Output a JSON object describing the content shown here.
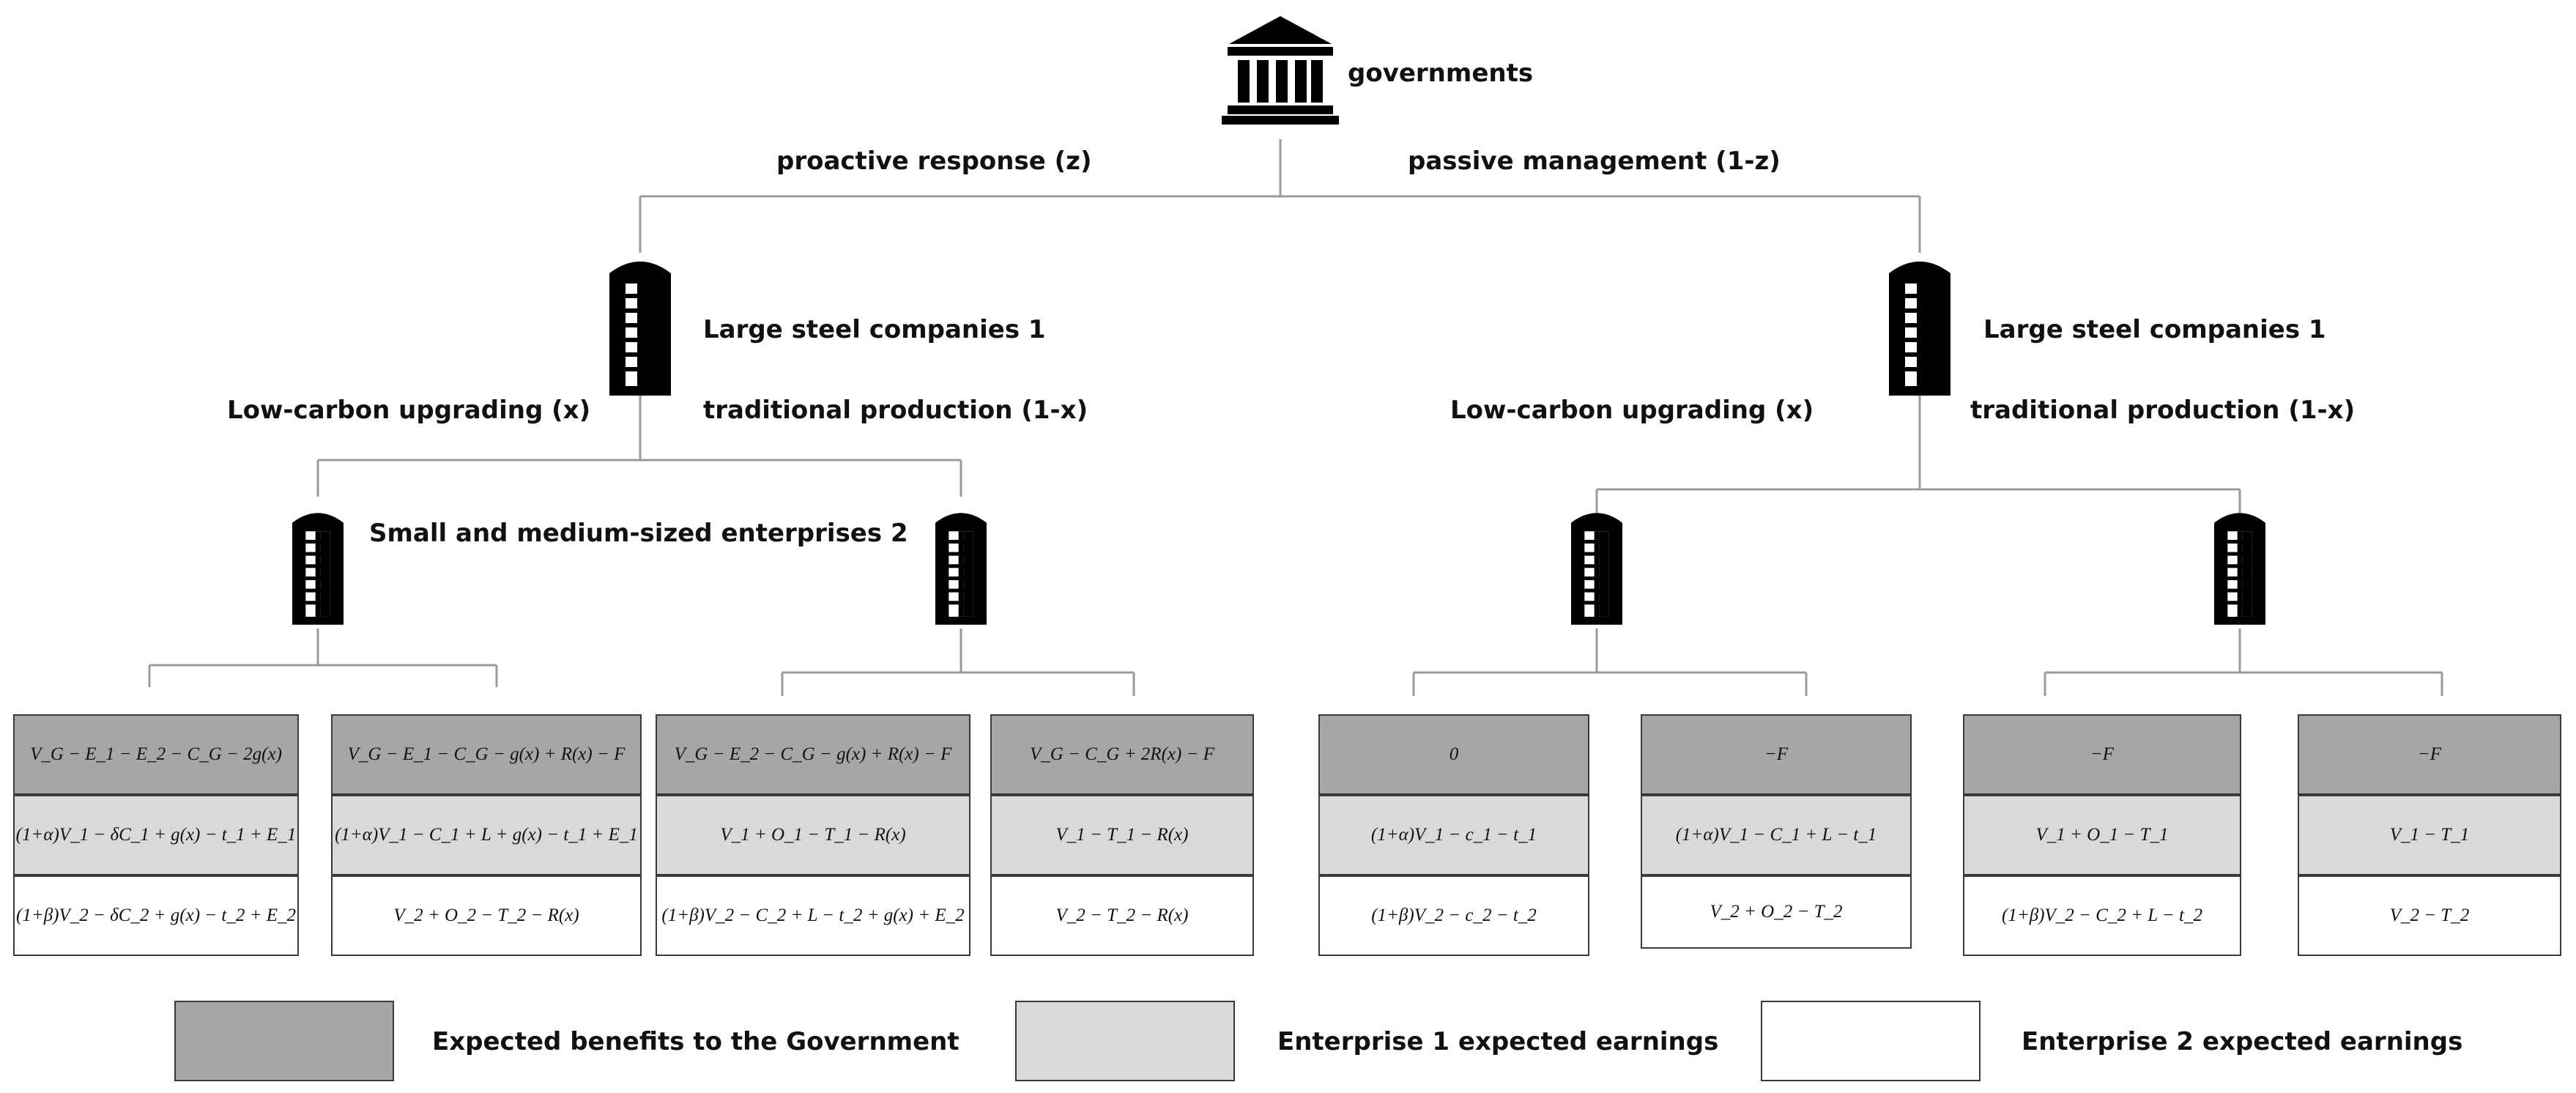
{
  "governments_label": "governments",
  "branch_proactive": "proactive response (z)",
  "branch_passive": "passive management (1-z)",
  "large_company_label_left": "Large steel companies 1",
  "large_company_label_right": "Large steel companies 1",
  "left_low_carbon": "Low-carbon upgrading (x)",
  "left_traditional": "traditional production (1-x)",
  "right_low_carbon": "Low-carbon upgrading (x)",
  "right_traditional": "traditional production (1-x)",
  "sme_label": "Small and medium-sized enterprises 2",
  "payoffs": [
    {
      "gov": "V_G − E_1 − E_2 − C_G − 2g(x)",
      "e1": "(1+α)V_1 − δC_1 + g(x) − t_1 + E_1",
      "e2": "(1+β)V_2 − δC_2 + g(x) − t_2 + E_2"
    },
    {
      "gov": "V_G − E_1 − C_G − g(x) + R(x) − F",
      "e1": "(1+α)V_1 − C_1 + L + g(x) − t_1 + E_1",
      "e2": "V_2 + O_2 − T_2 − R(x)"
    },
    {
      "gov": "V_G − E_2 − C_G − g(x) + R(x) − F",
      "e1": "V_1 + O_1 − T_1 − R(x)",
      "e2": "(1+β)V_2 − C_2 + L − t_2 + g(x) + E_2"
    },
    {
      "gov": "V_G − C_G + 2R(x) − F",
      "e1": "V_1 − T_1 − R(x)",
      "e2": "V_2 − T_2 − R(x)"
    },
    {
      "gov": "0",
      "e1": "(1+α)V_1 − c_1 − t_1",
      "e2": "(1+β)V_2 − c_2 − t_2"
    },
    {
      "gov": "−F",
      "e1": "(1+α)V_1 − C_1 + L − t_1",
      "e2": "V_2 + O_2 − T_2"
    },
    {
      "gov": "−F",
      "e1": "V_1 + O_1 − T_1",
      "e2": "(1+β)V_2 − C_2 + L − t_2"
    },
    {
      "gov": "−F",
      "e1": "V_1 − T_1",
      "e2": "V_2 − T_2"
    }
  ],
  "legend": {
    "gov": "Expected benefits to the Government",
    "e1": "Enterprise 1 expected earnings",
    "e2": "Enterprise 2 expected earnings"
  },
  "colors": {
    "gov": "#a6a6a6",
    "e1": "#d9d9d9",
    "e2": "#ffffff",
    "line": "#9a9a9a",
    "icon": "#000000"
  },
  "icons": [
    "government-building-icon",
    "company-tower-icon"
  ]
}
